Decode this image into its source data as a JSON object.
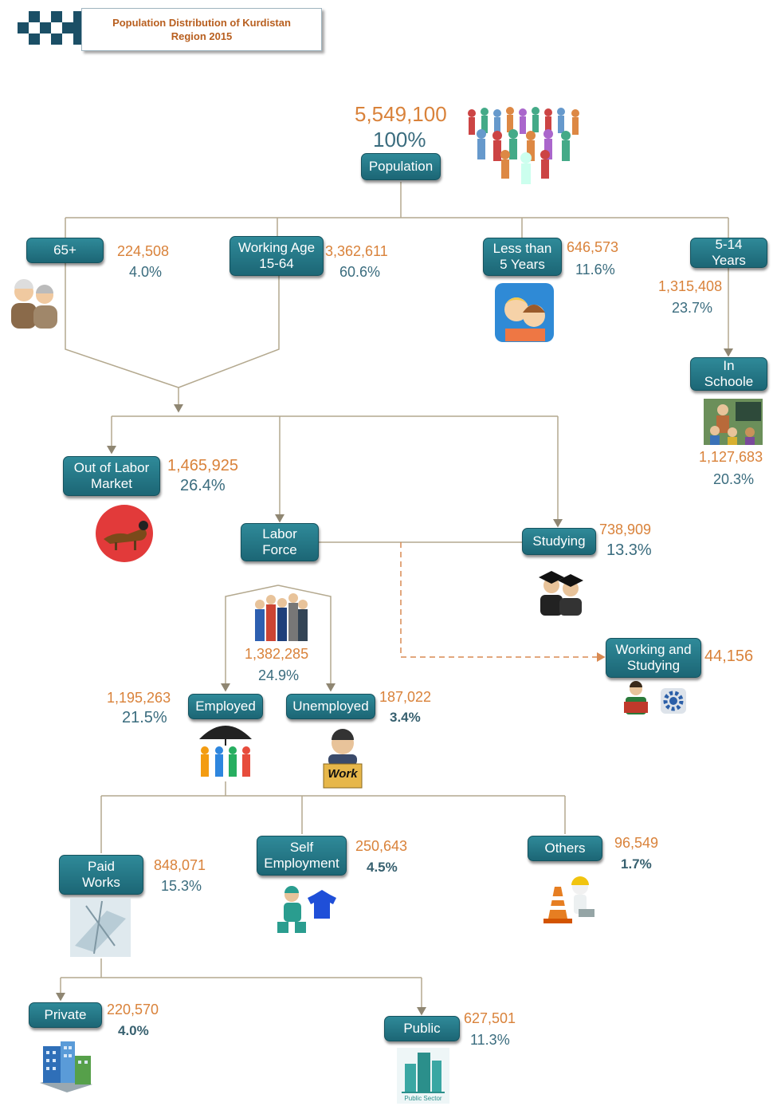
{
  "title": {
    "line1": "Population Distribution of Kurdistan",
    "line2": "Region 2015"
  },
  "population": {
    "value": "5,549,100",
    "pct": "100%",
    "label": "Population"
  },
  "age65": {
    "label": "65+",
    "value": "224,508",
    "pct": "4.0%"
  },
  "working_age": {
    "line1": "Working Age",
    "line2": "15-64",
    "value": "3,362,611",
    "pct": "60.6%"
  },
  "less5": {
    "line1": "Less than",
    "line2": "5 Years",
    "value": "646,573",
    "pct": "11.6%"
  },
  "age5_14": {
    "line1": "5-14",
    "line2": "Years",
    "value": "1,315,408",
    "pct": "23.7%"
  },
  "in_school": {
    "line1": "In",
    "line2": "Schoole",
    "value": "1,127,683",
    "pct": "20.3%"
  },
  "out_labor": {
    "line1": "Out of Labor",
    "line2": "Market",
    "value": "1,465,925",
    "pct": "26.4%"
  },
  "labor_force": {
    "line1": "Labor",
    "line2": "Force",
    "value": "1,382,285",
    "pct": "24.9%"
  },
  "studying": {
    "label": "Studying",
    "value": "738,909",
    "pct": "13.3%"
  },
  "working_studying": {
    "line1": "Working and",
    "line2": "Studying",
    "value": "44,156"
  },
  "employed": {
    "label": "Employed",
    "value": "1,195,263",
    "pct": "21.5%"
  },
  "unemployed": {
    "label": "Unemployed",
    "value": "187,022",
    "pct": "3.4%"
  },
  "paid_works": {
    "line1": "Paid",
    "line2": "Works",
    "value": "848,071",
    "pct": "15.3%"
  },
  "self_employment": {
    "line1": "Self",
    "line2": "Employment",
    "value": "250,643",
    "pct": "4.5%"
  },
  "others": {
    "label": "Others",
    "value": "96,549",
    "pct": "1.7%"
  },
  "private": {
    "label": "Private",
    "value": "220,570",
    "pct": "4.0%"
  },
  "public": {
    "label": "Public",
    "value": "627,501",
    "pct": "11.3%"
  },
  "icons": {
    "work_sign": "Work",
    "public_sector": "Public Sector"
  },
  "colors": {
    "node": "#1f6f7e",
    "number": "#d9823a",
    "percent": "#3a6c7e",
    "line": "#b4a98f"
  }
}
